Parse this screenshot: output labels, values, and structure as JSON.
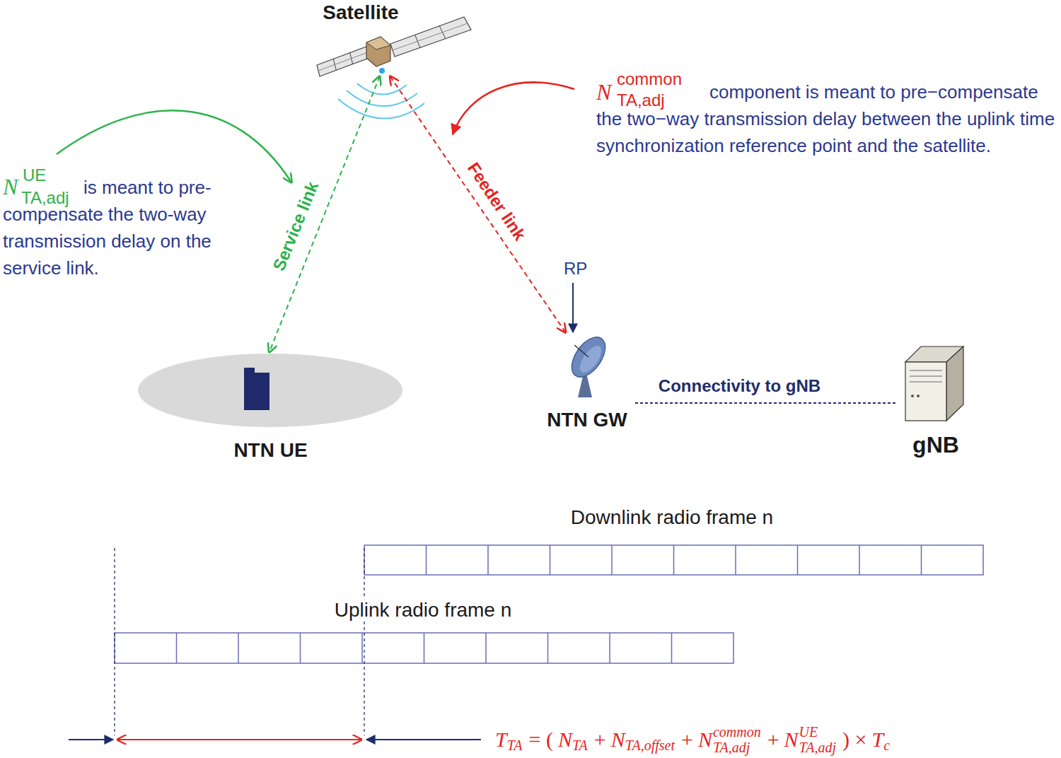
{
  "diagram": {
    "nodes": [
      {
        "text": [
          "Satellite"
        ]
      },
      {
        "text": [
          "NTN UE"
        ]
      },
      {
        "text": [
          "NTN GW"
        ]
      },
      {
        "text": [
          "gNB"
        ]
      }
    ],
    "edges": [
      {
        "from": 0,
        "to": 1,
        "arrow": "both",
        "label": "Service link"
      },
      {
        "from": 0,
        "to": 2,
        "arrow": "both",
        "label": "Feeder link"
      },
      {
        "from": 2,
        "to": 3,
        "arrow": "none",
        "label": "Connectivity to gNB"
      }
    ],
    "labels": [
      "N",
      "UE",
      "TA,adj",
      "is meant to pre-compensate the two-way transmission delay on the service link.",
      "N",
      "common",
      "TA,adj",
      "component is meant to pre−compensate the two−way transmission delay between the uplink time synchronization reference point and the satellite.",
      "RP",
      "Downlink radio frame n",
      "Uplink radio frame n",
      "T",
      "TA",
      "= (",
      "N",
      "TA",
      "+",
      "N",
      "TA,offset",
      "+",
      "N",
      "common",
      "TA,adj",
      "+",
      "N",
      "UE",
      "TA,adj",
      ") ×",
      "T",
      "c"
    ]
  }
}
